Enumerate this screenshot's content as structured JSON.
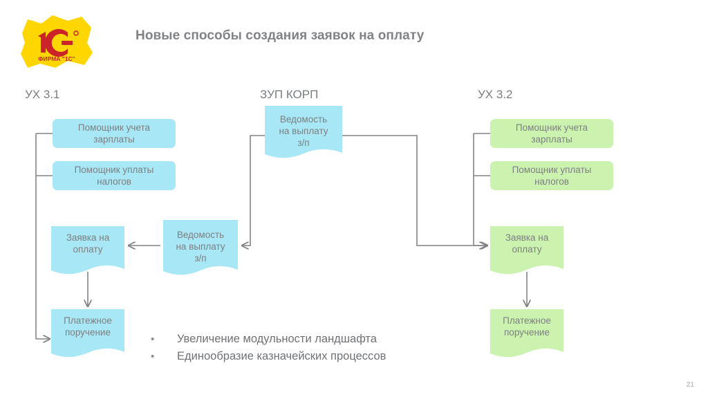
{
  "slide": {
    "title": "Новые способы создания заявок на оплату",
    "page_number": "21",
    "logo": {
      "brand_mark": "1C",
      "caption": "ФИРМА \"1С\"",
      "registered_mark": "®",
      "blob_color": "#FFD600",
      "mark_color": "#CC2229"
    }
  },
  "columns": [
    {
      "id": "ux31",
      "header": "УХ 3.1",
      "accent": "#A8E7F5"
    },
    {
      "id": "zup",
      "header": "ЗУП КОРП",
      "accent": "#A8E7F5"
    },
    {
      "id": "ux32",
      "header": "УХ 3.2",
      "accent": "#CCF2B0"
    }
  ],
  "nodes": {
    "left_helper_salary": {
      "text": "Помощник учета\nзарплаты",
      "shape": "rounded-rect",
      "fill": "#A8E7F5"
    },
    "left_helper_tax": {
      "text": "Помощник уплаты\nналогов",
      "shape": "rounded-rect",
      "fill": "#A8E7F5"
    },
    "right_helper_salary": {
      "text": "Помощник учета\nзарплаты",
      "shape": "rounded-rect",
      "fill": "#CCF2B0"
    },
    "right_helper_tax": {
      "text": "Помощник уплаты\nналогов",
      "shape": "rounded-rect",
      "fill": "#CCF2B0"
    },
    "zup_statement": {
      "text": "Ведомость\nна выплату\nз/п",
      "shape": "document",
      "fill": "#A8E7F5"
    },
    "left_statement": {
      "text": "Ведомость\nна выплату\nз/п",
      "shape": "document",
      "fill": "#A8E7F5"
    },
    "left_request": {
      "text": "Заявка на\nоплату",
      "shape": "document",
      "fill": "#A8E7F5"
    },
    "right_request": {
      "text": "Заявка на\nоплату",
      "shape": "document",
      "fill": "#CCF2B0"
    },
    "left_payment_order": {
      "text": "Платежное\nпоручение",
      "shape": "document",
      "fill": "#A8E7F5"
    },
    "right_payment_order": {
      "text": "Платежное\nпоручение",
      "shape": "document",
      "fill": "#CCF2B0"
    }
  },
  "bullets": [
    {
      "marker": "•",
      "text": "Увеличение модульности ландшафта"
    },
    {
      "marker": "•",
      "text": "Единообразие казначейских процессов"
    }
  ],
  "colors": {
    "connector": "#808285",
    "text": "#7d7f82",
    "title": "#808285"
  }
}
